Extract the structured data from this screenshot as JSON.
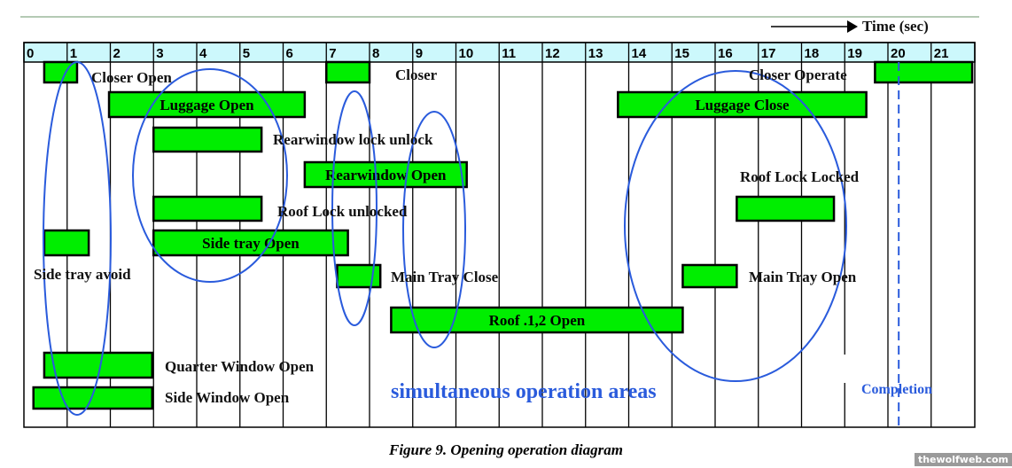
{
  "time_label": "Time (sec)",
  "ticks": [
    "0",
    "1",
    "2",
    "3",
    "4",
    "5",
    "6",
    "7",
    "8",
    "9",
    "10",
    "11",
    "12",
    "13",
    "14",
    "15",
    "16",
    "17",
    "18",
    "19",
    "20",
    "21"
  ],
  "bars": [
    {
      "id": "closer-open",
      "start": 0.47,
      "end": 1.23,
      "row": 0,
      "label": "Closer Open",
      "inside": false
    },
    {
      "id": "closer",
      "start": 7.0,
      "end": 8.0,
      "row": 0,
      "label": "Closer",
      "inside": false
    },
    {
      "id": "closer-operate",
      "start": 19.7,
      "end": 21.95,
      "row": 0,
      "label": "Closer Operate",
      "inside": false
    },
    {
      "id": "luggage-open",
      "start": 1.97,
      "end": 6.5,
      "row": 1,
      "label": "Luggage Open",
      "inside": true
    },
    {
      "id": "luggage-close",
      "start": 13.75,
      "end": 19.5,
      "row": 1,
      "label": "Luggage Close",
      "inside": true
    },
    {
      "id": "rearwindow-lock-unlock",
      "start": 3.0,
      "end": 5.5,
      "row": 2,
      "label": "Rearwindow lock unlock",
      "inside": false
    },
    {
      "id": "rearwindow-open",
      "start": 6.5,
      "end": 10.25,
      "row": 3,
      "label": "Rearwindow Open",
      "inside": true
    },
    {
      "id": "roof-lock-unlocked",
      "start": 3.0,
      "end": 5.5,
      "row": 4,
      "label": "Roof Lock unlocked",
      "inside": false
    },
    {
      "id": "roof-lock-locked",
      "start": 16.5,
      "end": 18.75,
      "row": 4,
      "label": "Roof Lock Locked",
      "inside": false
    },
    {
      "id": "side-tray-avoid",
      "start": 0.47,
      "end": 1.5,
      "row": 5,
      "label": "Side tray avoid",
      "inside": false
    },
    {
      "id": "side-tray-open",
      "start": 3.0,
      "end": 7.5,
      "row": 5,
      "label": "Side tray Open",
      "inside": true
    },
    {
      "id": "main-tray-close",
      "start": 7.25,
      "end": 8.25,
      "row": 6,
      "label": "Main Tray Close",
      "inside": false
    },
    {
      "id": "main-tray-open",
      "start": 15.25,
      "end": 16.5,
      "row": 6,
      "label": "Main Tray Open",
      "inside": false
    },
    {
      "id": "roof-12-open",
      "start": 8.5,
      "end": 15.25,
      "row": 7,
      "label": "Roof .1,2  Open",
      "inside": true
    },
    {
      "id": "quarter-window-open",
      "start": 0.47,
      "end": 2.97,
      "row": 8,
      "label": "Quarter Window Open",
      "inside": false
    },
    {
      "id": "side-window-open",
      "start": 0.22,
      "end": 2.97,
      "row": 9,
      "label": "Side Window Open",
      "inside": false
    }
  ],
  "completion_time": 20.25,
  "annotation": "simultaneous operation areas",
  "completion_label": "Completion",
  "caption": "Figure 9. Opening operation diagram",
  "watermark": "thewolfweb.com",
  "colors": {
    "bar": "#00ee00",
    "ellipse": "#2a5bdc",
    "header": "#ccf8fc"
  }
}
